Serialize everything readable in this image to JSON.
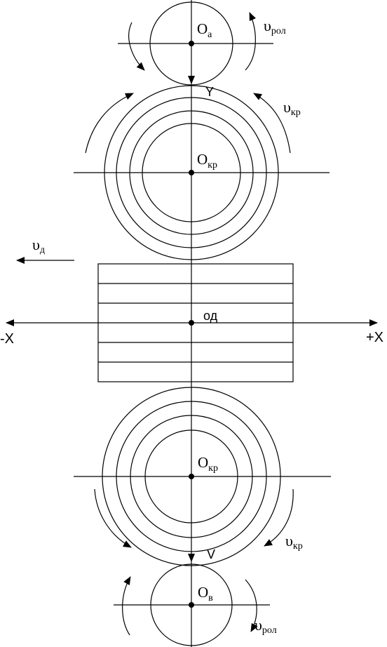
{
  "labels": {
    "upper_roll_center": {
      "main": "O",
      "sub": "a"
    },
    "lower_roll_center": {
      "main": "O",
      "sub": "в"
    },
    "upper_circle_center": {
      "main": "O",
      "sub": "кр"
    },
    "lower_circle_center": {
      "main": "O",
      "sub": "кр"
    },
    "upper_roll_speed": {
      "main": "υ",
      "sub": "рол"
    },
    "lower_roll_speed": {
      "main": "υ",
      "sub": "рол"
    },
    "upper_circle_speed": {
      "main": "υ",
      "sub": "кр"
    },
    "lower_circle_speed": {
      "main": "υ",
      "sub": "кр"
    },
    "part_speed": {
      "main": "υ",
      "sub": "д"
    },
    "part_center": "од",
    "axis_y_top": "Y",
    "axis_y_bottom": "V",
    "axis_x_negative": "-X",
    "axis_x_positive": "+X"
  },
  "colors": {
    "line": "#000000",
    "background": "#ffffff"
  }
}
